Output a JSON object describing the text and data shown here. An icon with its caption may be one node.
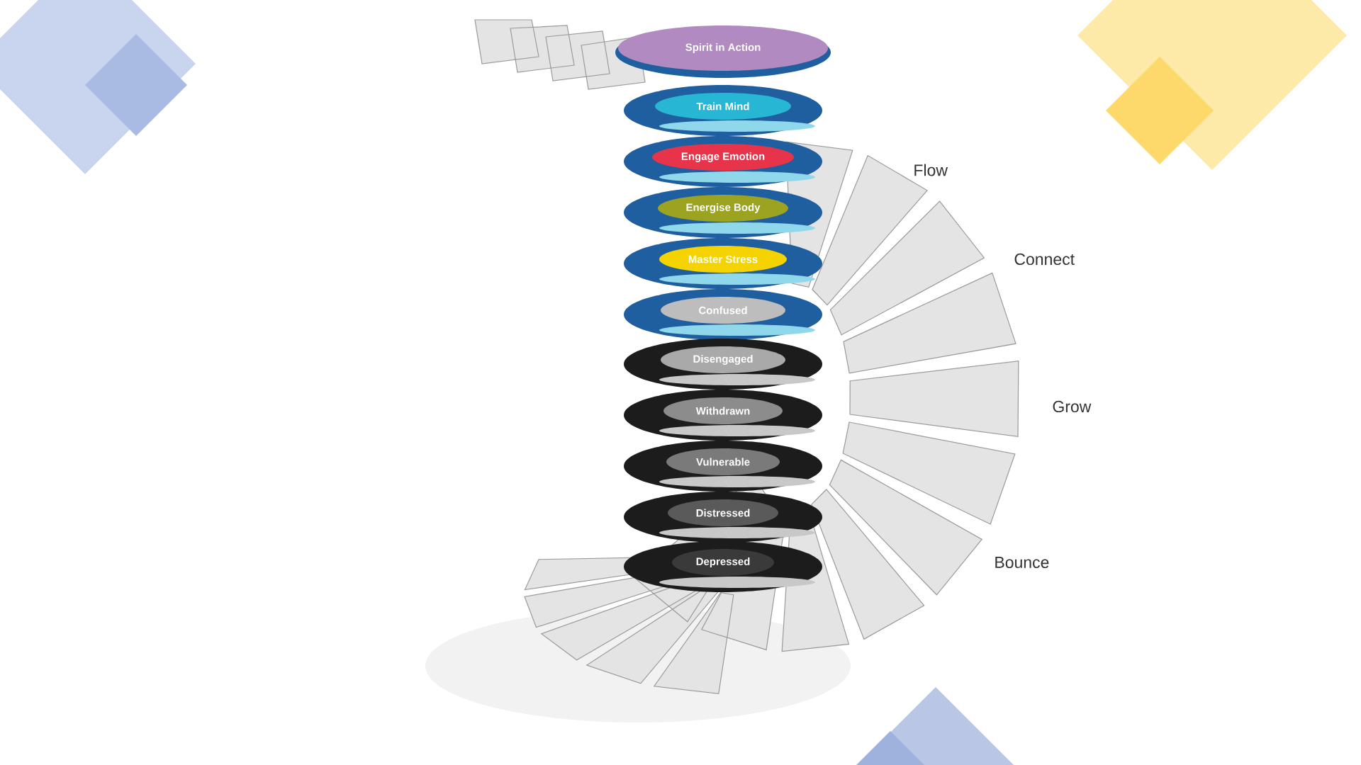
{
  "diagram": {
    "nodes": [
      {
        "text": [
          "Spirit in Action"
        ]
      },
      {
        "text": [
          "Train Mind"
        ]
      },
      {
        "text": [
          "Engage Emotion"
        ]
      },
      {
        "text": [
          "Energise Body"
        ]
      },
      {
        "text": [
          "Master Stress"
        ]
      },
      {
        "text": [
          "Confused"
        ]
      },
      {
        "text": [
          "Disengaged"
        ]
      },
      {
        "text": [
          "Withdrawn"
        ]
      },
      {
        "text": [
          "Vulnerable"
        ]
      },
      {
        "text": [
          "Distressed"
        ]
      },
      {
        "text": [
          "Depressed"
        ]
      }
    ],
    "edges": [],
    "labels": [
      "Flow",
      "Connect",
      "Grow",
      "Bounce"
    ]
  }
}
